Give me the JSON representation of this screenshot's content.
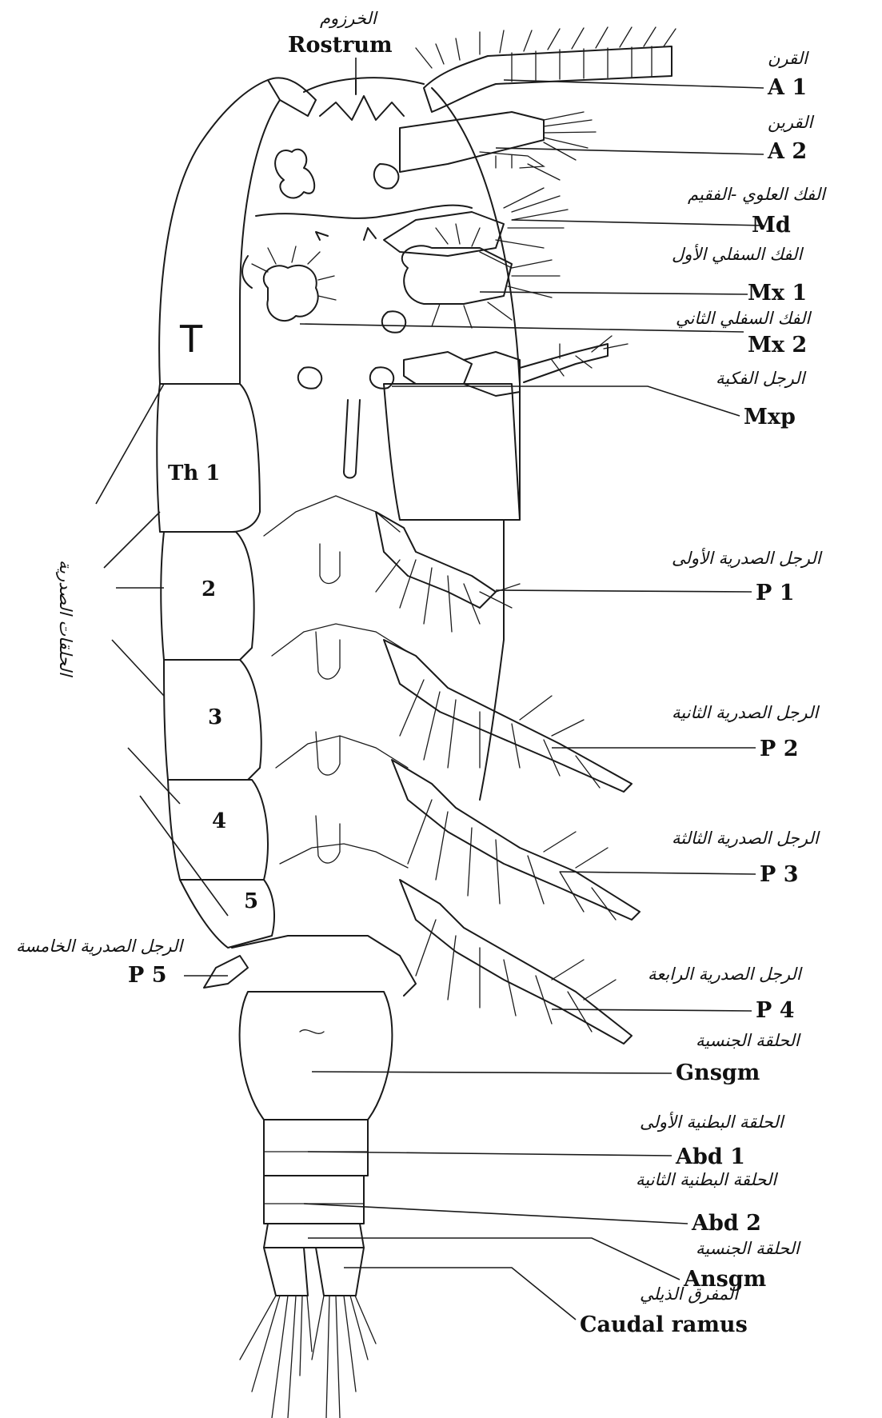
{
  "rostrum": {
    "ar": "الخرزوم",
    "en": "Rostrum"
  },
  "segments": {
    "T": "T",
    "th1": "Th 1",
    "th2": "2",
    "th3": "3",
    "th4": "4",
    "th5": "5"
  },
  "thoracic_label_ar": "الحلقات الصدرية",
  "labels": {
    "a1": {
      "ar": "القرن",
      "en": "A 1"
    },
    "a2": {
      "ar": "القرين",
      "en": "A 2"
    },
    "md": {
      "ar": "الفك العلوي -الفقيم",
      "en": "Md"
    },
    "mx1": {
      "ar": "الفك السفلي الأول",
      "en": "Mx 1"
    },
    "mx2": {
      "ar": "الفك السفلي الثاني",
      "en": "Mx 2"
    },
    "mxp": {
      "ar": "الرجل الفكية",
      "en": "Mxp"
    },
    "p1": {
      "ar": "الرجل الصدرية الأولى",
      "en": "P 1"
    },
    "p2": {
      "ar": "الرجل الصدرية الثانية",
      "en": "P 2"
    },
    "p3": {
      "ar": "الرجل الصدرية الثالثة",
      "en": "P 3"
    },
    "p4": {
      "ar": "الرجل الصدرية الرابعة",
      "en": "P 4"
    },
    "p5": {
      "ar": "الرجل الصدرية الخامسة",
      "en": "P 5"
    },
    "gnsgm": {
      "ar": "الحلقة الجنسية",
      "en": "Gnsgm"
    },
    "abd1": {
      "ar": "الحلقة البطنية الأولى",
      "en": "Abd  1"
    },
    "abd2": {
      "ar": "الحلقة البطنية الثانية",
      "en": "Abd  2"
    },
    "ansgm": {
      "ar": "الحلقة الجنسية",
      "en": "Ansgm"
    },
    "caudal": {
      "ar": "المفرق الذيلي",
      "en": "Caudal ramus"
    }
  }
}
